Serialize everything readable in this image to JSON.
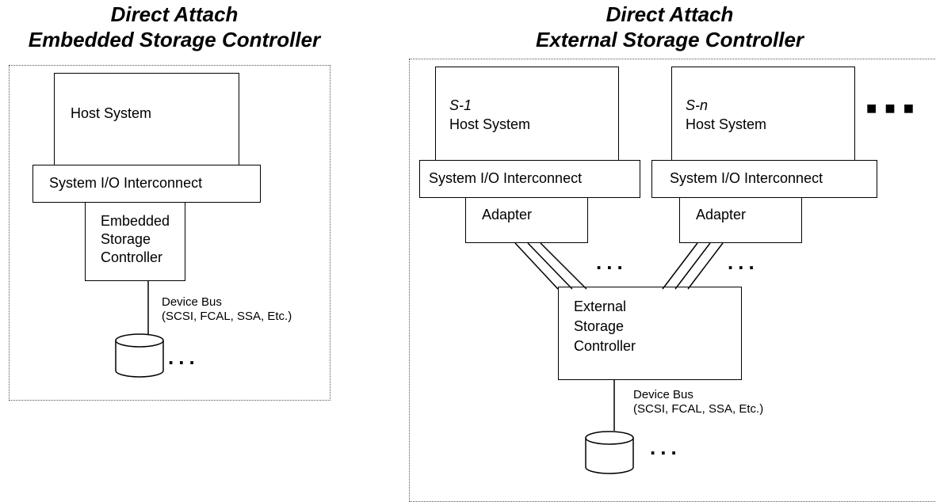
{
  "left": {
    "title_line1": "Direct Attach",
    "title_line2": "Embedded Storage Controller",
    "host": "Host System",
    "interconnect": "System I/O Interconnect",
    "controller_line1": "Embedded",
    "controller_line2": "Storage",
    "controller_line3": "Controller",
    "bus_line1": "Device Bus",
    "bus_line2": "(SCSI, FCAL, SSA, Etc.)",
    "ellipsis": "..."
  },
  "right": {
    "title_line1": "Direct Attach",
    "title_line2": "External Storage Controller",
    "host1_id": "S-1",
    "host1_label": "Host System",
    "hostn_id": "S-n",
    "hostn_label": "Host System",
    "interconnect1": "System I/O Interconnect",
    "interconnect2": "System I/O Interconnect",
    "adapter1": "Adapter",
    "adapter2": "Adapter",
    "controller_line1": "External",
    "controller_line2": "Storage",
    "controller_line3": "Controller",
    "bus_line1": "Device Bus",
    "bus_line2": "(SCSI, FCAL, SSA, Etc.)",
    "ellipsis_links1": "...",
    "ellipsis_links2": "...",
    "ellipsis_disks": "...",
    "ellipsis_hosts": "■ ■ ■"
  }
}
